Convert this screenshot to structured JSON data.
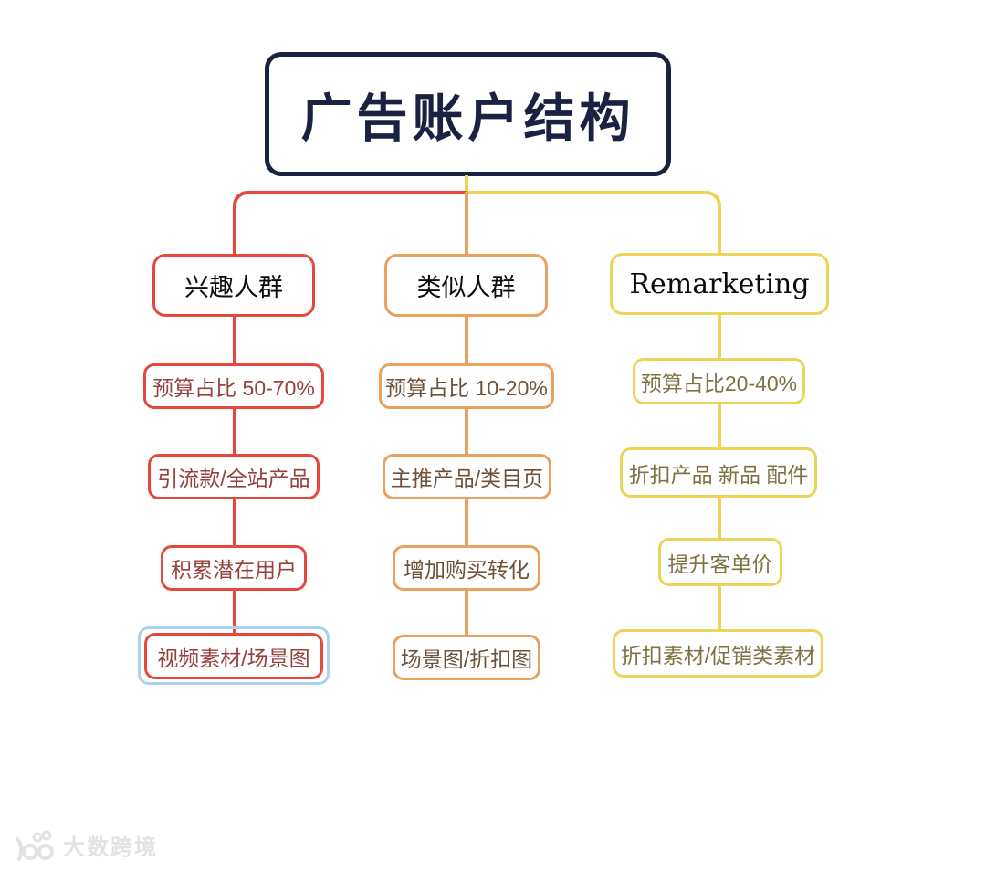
{
  "title": "广告账户结构",
  "colors": {
    "title_navy": "#1b2140",
    "branch_red": "#e6493c",
    "branch_orange": "#e9a160",
    "branch_yellow": "#ecd45a",
    "red_text": "#94423a",
    "orange_text": "#6e513a",
    "yellow_text": "#7d7342",
    "highlight_blue": "#a9d3ee",
    "watermark_gray": "#e3e3e3"
  },
  "columns": [
    {
      "id": "interest",
      "header": "兴趣人群",
      "color": "#e6493c",
      "nodes": [
        "预算占比 50-70%",
        "引流款/全站产品",
        "积累潜在用户",
        "视频素材/场景图"
      ],
      "highlighted_node_index": 3
    },
    {
      "id": "lookalike",
      "header": "类似人群",
      "color": "#e9a160",
      "nodes": [
        "预算占比 10-20%",
        "主推产品/类目页",
        "增加购买转化",
        "场景图/折扣图"
      ],
      "highlighted_node_index": null
    },
    {
      "id": "remarketing",
      "header": "Remarketing",
      "color": "#ecd45a",
      "nodes": [
        "预算占比20-40%",
        "折扣产品 新品 配件",
        "提升客单价",
        "折扣素材/促销类素材"
      ],
      "highlighted_node_index": null
    }
  ],
  "watermark": {
    "logo_icon": "dashu-100-logo",
    "text": "大数跨境"
  }
}
